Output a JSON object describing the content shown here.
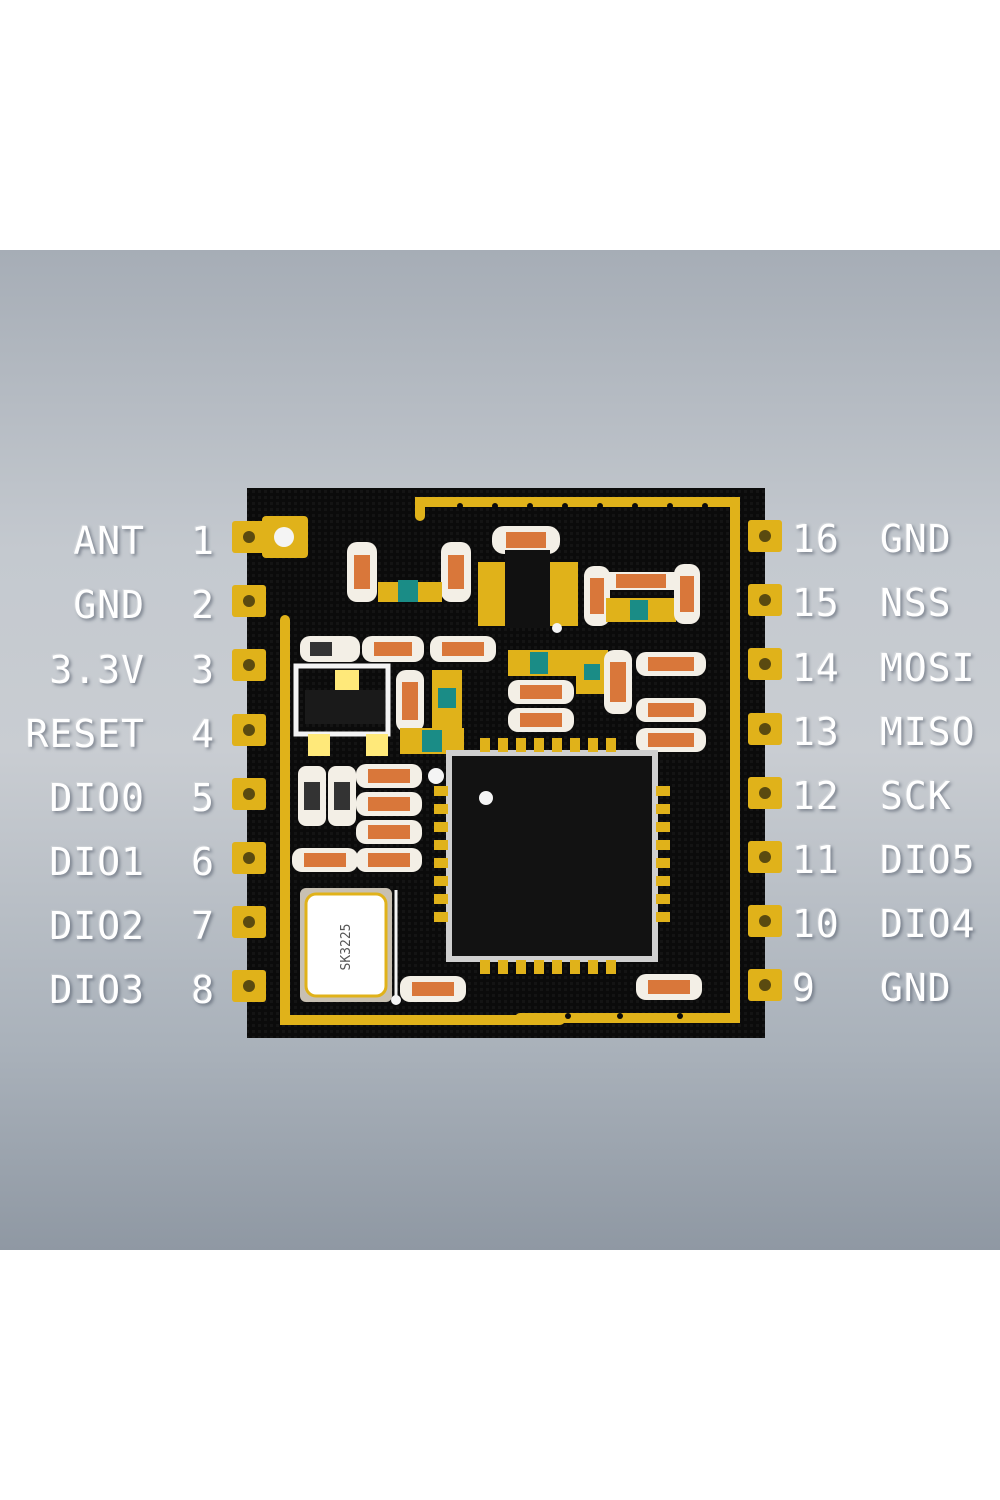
{
  "left_pins": [
    {
      "number": "1",
      "name": "ANT"
    },
    {
      "number": "2",
      "name": "GND"
    },
    {
      "number": "3",
      "name": "3.3V"
    },
    {
      "number": "4",
      "name": "RESET"
    },
    {
      "number": "5",
      "name": "DIO0"
    },
    {
      "number": "6",
      "name": "DIO1"
    },
    {
      "number": "7",
      "name": "DIO2"
    },
    {
      "number": "8",
      "name": "DIO3"
    }
  ],
  "right_pins": [
    {
      "number": "16",
      "name": "GND"
    },
    {
      "number": "15",
      "name": "NSS"
    },
    {
      "number": "14",
      "name": "MOSI"
    },
    {
      "number": "13",
      "name": "MISO"
    },
    {
      "number": "12",
      "name": "SCK"
    },
    {
      "number": "11",
      "name": "DIO5"
    },
    {
      "number": "10",
      "name": "DIO4"
    },
    {
      "number": "9",
      "name": "GND"
    }
  ],
  "crystal_marking": "SK3225",
  "colors": {
    "pcb": "#0b0b0b",
    "gold": "#e0b21a",
    "component": "#d9773a",
    "capacitor": "#1a8c86"
  }
}
